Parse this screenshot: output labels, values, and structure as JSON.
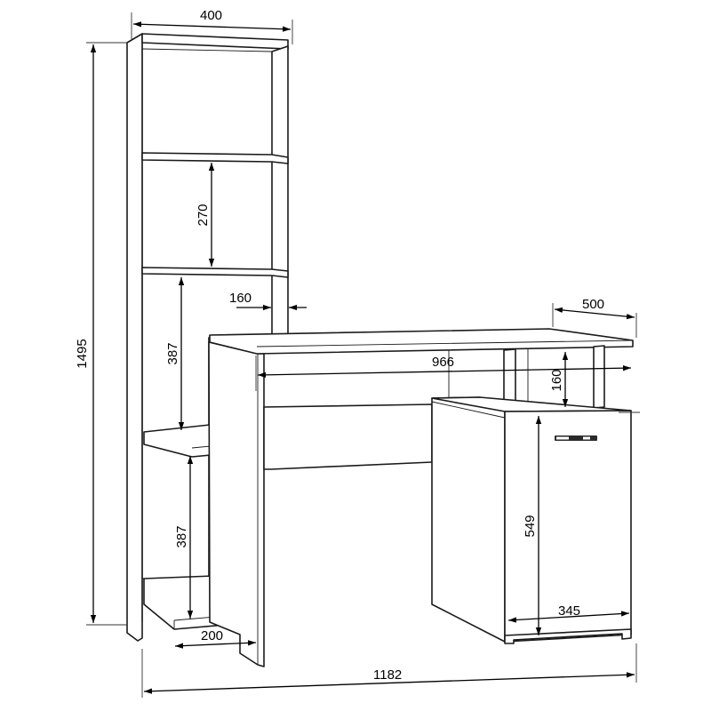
{
  "diagram": {
    "colors": {
      "line": "#1a1a1a",
      "background": "#ffffff"
    },
    "dimensions": {
      "bookcase_width": "400",
      "total_height": "1495",
      "shelf_gap_top": "270",
      "shelf_gap_middle": "387",
      "shelf_gap_bottom": "387",
      "side_shelf_width": "200",
      "post_width": "160",
      "desk_depth": "500",
      "desk_width": "966",
      "upper_niche_height": "160",
      "cabinet_height": "549",
      "cabinet_width": "345",
      "total_width": "1182"
    }
  }
}
